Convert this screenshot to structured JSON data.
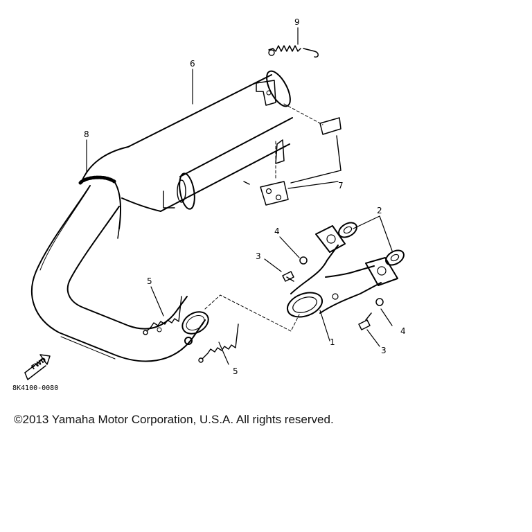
{
  "diagram": {
    "drawing_code": "8K4100-0080",
    "fwd_label": "FWD",
    "callouts": {
      "c1": "1",
      "c2": "2",
      "c3a": "3",
      "c3b": "3",
      "c4a": "4",
      "c4b": "4",
      "c5a": "5",
      "c5b": "5",
      "c6": "6",
      "c7": "7",
      "c8": "8",
      "c9": "9"
    }
  },
  "footer": {
    "copyright": "©2013 Yamaha Motor Corporation, U.S.A. All rights reserved."
  },
  "colors": {
    "ink": "#000000",
    "background": "#ffffff"
  }
}
